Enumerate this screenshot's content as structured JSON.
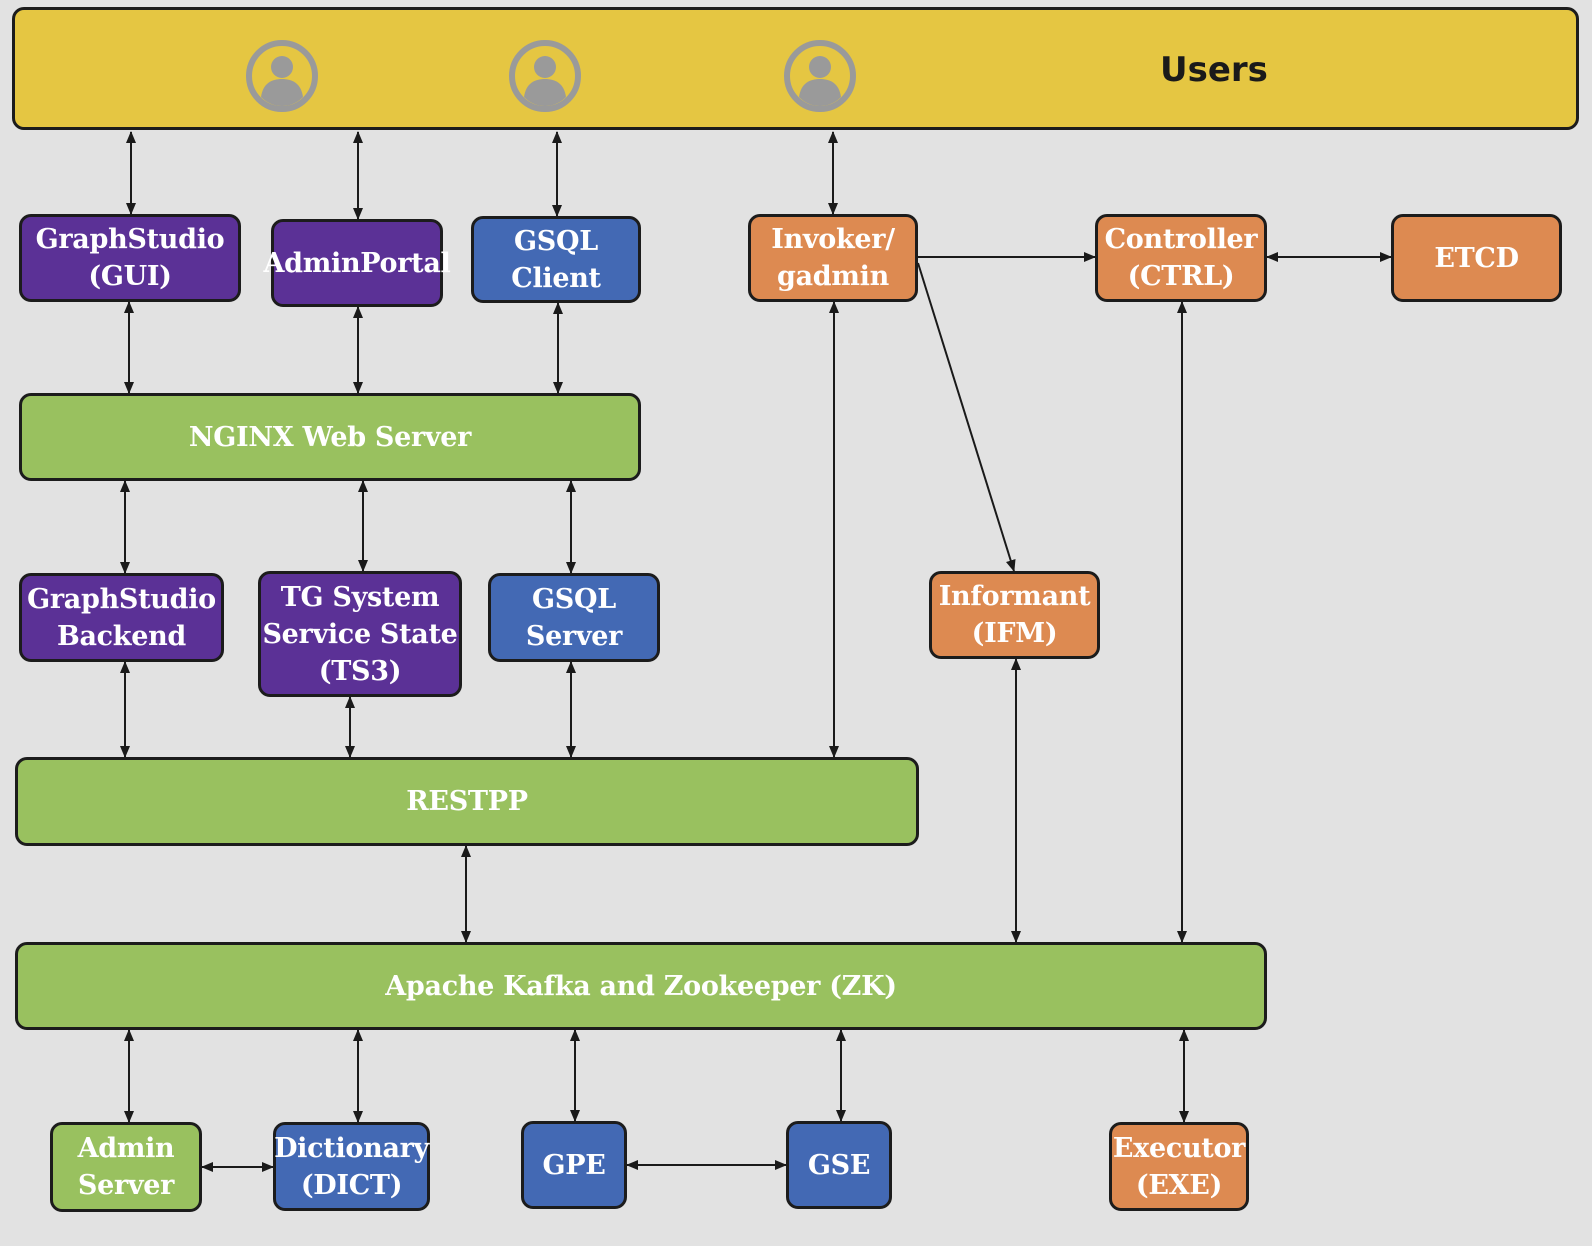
{
  "users": {
    "label": "Users",
    "icon": "user-avatar-icon",
    "icon_count": 3,
    "bar_color": "#e5c642"
  },
  "colors": {
    "purple": "#5b3196",
    "blue": "#4369b4",
    "orange": "#dd8a51",
    "green": "#99c15f",
    "background": "#e2e2e2"
  },
  "nodes": {
    "graphstudio_gui": "GraphStudio\n(GUI)",
    "adminportal": "AdminPortal",
    "gsql_client": "GSQL\nClient",
    "invoker": "Invoker/\ngadmin",
    "controller": "Controller\n(CTRL)",
    "etcd": "ETCD",
    "nginx": "NGINX Web Server",
    "graphstudio_backend": "GraphStudio\nBackend",
    "ts3": "TG System\nService State\n(TS3)",
    "gsql_server": "GSQL\nServer",
    "informant": "Informant\n(IFM)",
    "restpp": "RESTPP",
    "kafka": "Apache Kafka and Zookeeper (ZK)",
    "admin_server": "Admin\nServer",
    "dict": "Dictionary\n(DICT)",
    "gpe": "GPE",
    "gse": "GSE",
    "executor": "Executor\n(EXE)"
  },
  "connections": [
    {
      "from": "users",
      "to": "graphstudio_gui",
      "direction": "both"
    },
    {
      "from": "users",
      "to": "adminportal",
      "direction": "both"
    },
    {
      "from": "users",
      "to": "gsql_client",
      "direction": "both"
    },
    {
      "from": "users",
      "to": "invoker",
      "direction": "both"
    },
    {
      "from": "invoker",
      "to": "controller",
      "direction": "forward"
    },
    {
      "from": "controller",
      "to": "etcd",
      "direction": "both"
    },
    {
      "from": "invoker",
      "to": "informant",
      "direction": "forward"
    },
    {
      "from": "graphstudio_gui",
      "to": "nginx",
      "direction": "both"
    },
    {
      "from": "adminportal",
      "to": "nginx",
      "direction": "both"
    },
    {
      "from": "gsql_client",
      "to": "nginx",
      "direction": "both"
    },
    {
      "from": "nginx",
      "to": "graphstudio_backend",
      "direction": "both"
    },
    {
      "from": "nginx",
      "to": "ts3",
      "direction": "both"
    },
    {
      "from": "nginx",
      "to": "gsql_server",
      "direction": "both"
    },
    {
      "from": "graphstudio_backend",
      "to": "restpp",
      "direction": "both"
    },
    {
      "from": "ts3",
      "to": "restpp",
      "direction": "both"
    },
    {
      "from": "gsql_server",
      "to": "restpp",
      "direction": "both"
    },
    {
      "from": "invoker",
      "to": "restpp",
      "direction": "both"
    },
    {
      "from": "restpp",
      "to": "kafka",
      "direction": "both"
    },
    {
      "from": "informant",
      "to": "kafka",
      "direction": "both"
    },
    {
      "from": "controller",
      "to": "kafka",
      "direction": "both"
    },
    {
      "from": "kafka",
      "to": "admin_server",
      "direction": "both"
    },
    {
      "from": "kafka",
      "to": "dict",
      "direction": "both"
    },
    {
      "from": "kafka",
      "to": "gpe",
      "direction": "both"
    },
    {
      "from": "kafka",
      "to": "gse",
      "direction": "both"
    },
    {
      "from": "kafka",
      "to": "executor",
      "direction": "both"
    },
    {
      "from": "admin_server",
      "to": "dict",
      "direction": "both"
    },
    {
      "from": "gpe",
      "to": "gse",
      "direction": "both"
    }
  ]
}
